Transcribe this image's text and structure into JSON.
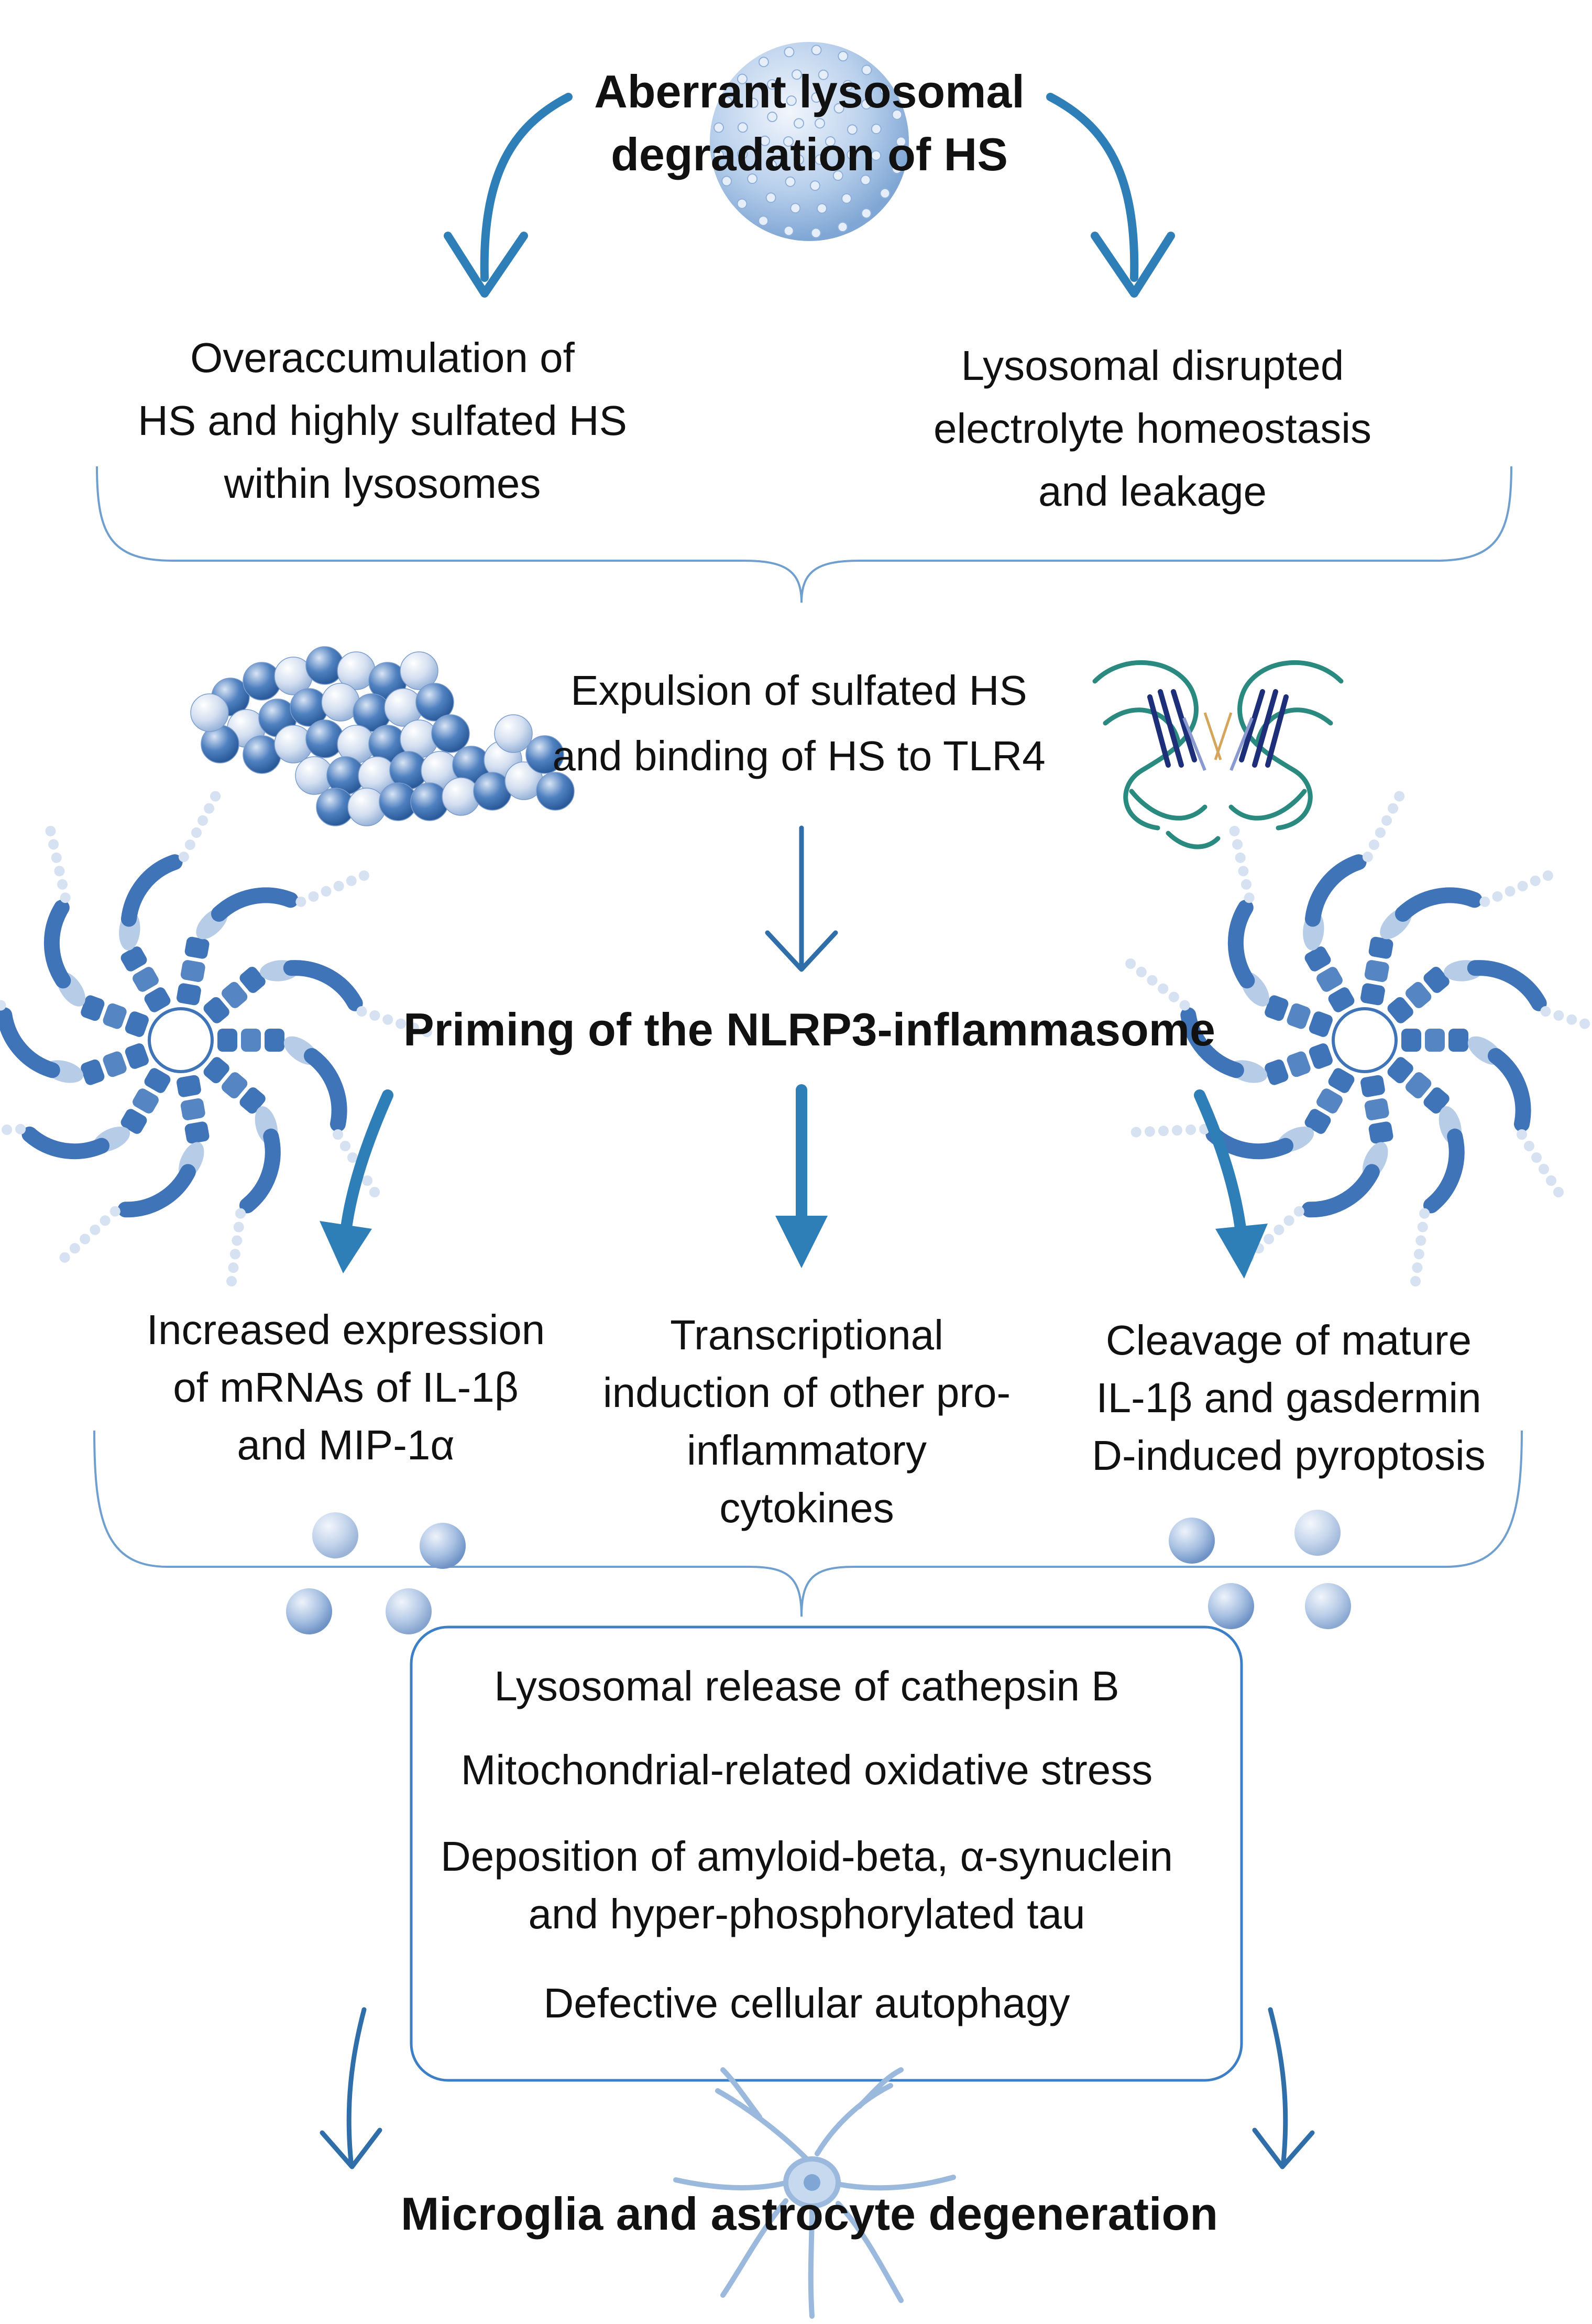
{
  "title_lines": [
    "Aberrant lysosomal",
    "degradation of HS"
  ],
  "left_branch_lines": [
    "Overaccumulation of",
    "HS and highly sulfated HS",
    "within lysosomes"
  ],
  "right_branch_lines": [
    "Lysosomal disrupted",
    "electrolyte homeostasis",
    "and leakage"
  ],
  "expulsion_lines": [
    "Expulsion of sulfated HS",
    "and binding of HS to TLR4"
  ],
  "priming_label": "Priming of the NLRP3-inflammasome",
  "outcome_left_lines": [
    "Increased expression",
    "of mRNAs of IL-1β",
    "and MIP-1α"
  ],
  "outcome_middle_lines": [
    "Transcriptional",
    "induction of other pro-",
    "inflammatory",
    "cytokines"
  ],
  "outcome_right_lines": [
    "Cleavage of mature",
    "IL-1β and gasdermin",
    "D-induced pyroptosis"
  ],
  "box_items": [
    "Lysosomal release of cathepsin B",
    "Mitochondrial-related oxidative stress",
    "Deposition of amyloid-beta, α-synuclein",
    "and hyper-phosphorylated tau",
    "Defective cellular autophagy"
  ],
  "final_label": "Microglia and astrocyte degeneration",
  "colors": {
    "arrow": "#2e7fb8",
    "arrow_dark": "#2f6ea8",
    "brace": "#6f9fcf",
    "box_border": "#3d7fc6",
    "text": "#111111",
    "lysosome": "#a9c6e8",
    "molecule_dark": "#3a6fb4",
    "molecule_light": "#d4e1f2",
    "protein_green": "#2a8a80",
    "protein_navy": "#1e2f7a",
    "inflammasome_blue": "#3f74b8",
    "inflammasome_light": "#b7cce6"
  },
  "icons": {
    "lysosome": "lysosome-sphere-icon",
    "heparan_sulfate": "heparan-sulfate-molecule-icon",
    "tlr4": "tlr4-protein-structure-icon",
    "inflammasome": "nlrp3-inflammasome-icon",
    "vesicle": "vesicle-sphere-icon",
    "glial_cell": "glial-cell-icon"
  }
}
